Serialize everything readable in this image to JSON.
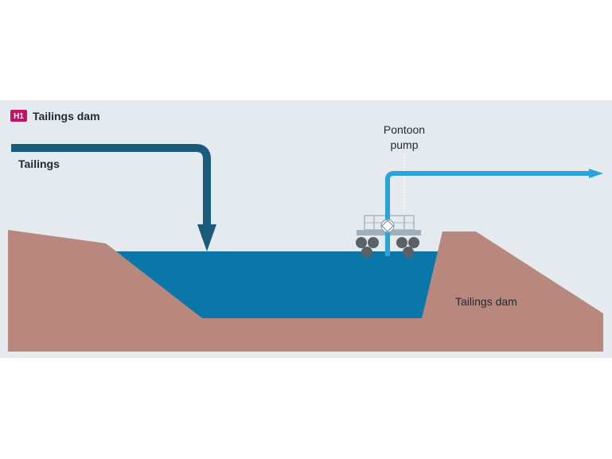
{
  "header": {
    "badge": "H1",
    "title": "Tailings dam"
  },
  "labels": {
    "tailings_inflow": "Tailings",
    "pontoon_line1": "Pontoon",
    "pontoon_line2": "pump",
    "dam": "Tailings dam"
  },
  "colors": {
    "panel_background": "#e4eaed",
    "earth": "#b8877d",
    "water": "#0b76a8",
    "inflow_pipe": "#1a5b7c",
    "outflow_pipe": "#2aa3da",
    "badge": "#c1136b",
    "pontoon_float": "#5a6268",
    "pontoon_frame": "#a9b6bf"
  }
}
